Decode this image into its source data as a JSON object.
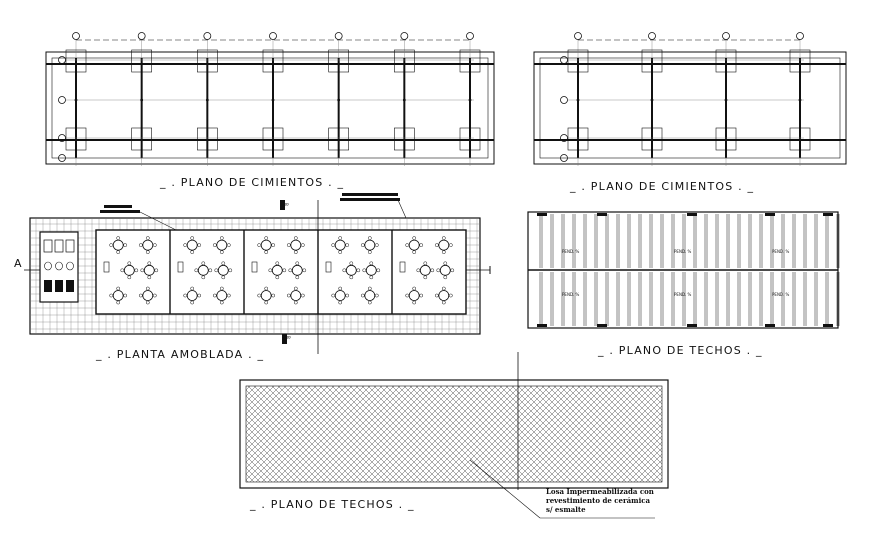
{
  "drawings": {
    "foundation_left": {
      "title": "_ . PLANO DE CIMIENTOS . _"
    },
    "foundation_right": {
      "title": "_ . PLANO DE CIMIENTOS . _"
    },
    "furnished_plan": {
      "title": "_ . PLANTA AMOBLADA . _",
      "section_marker": "A",
      "cut_label": "B"
    },
    "roof_framing": {
      "title": "_ . PLANO DE TECHOS . _",
      "slope_label": "PEND. %"
    },
    "roof_slab": {
      "title": "_ . PLANO DE TECHOS . _",
      "note_lines": [
        "Losa Impermeabilizada con",
        "revestimiento de cerámica",
        "s/ esmalte"
      ]
    }
  },
  "colors": {
    "line": "#111111",
    "paper": "#ffffff",
    "hatch": "#555555",
    "grid": "#777777"
  }
}
